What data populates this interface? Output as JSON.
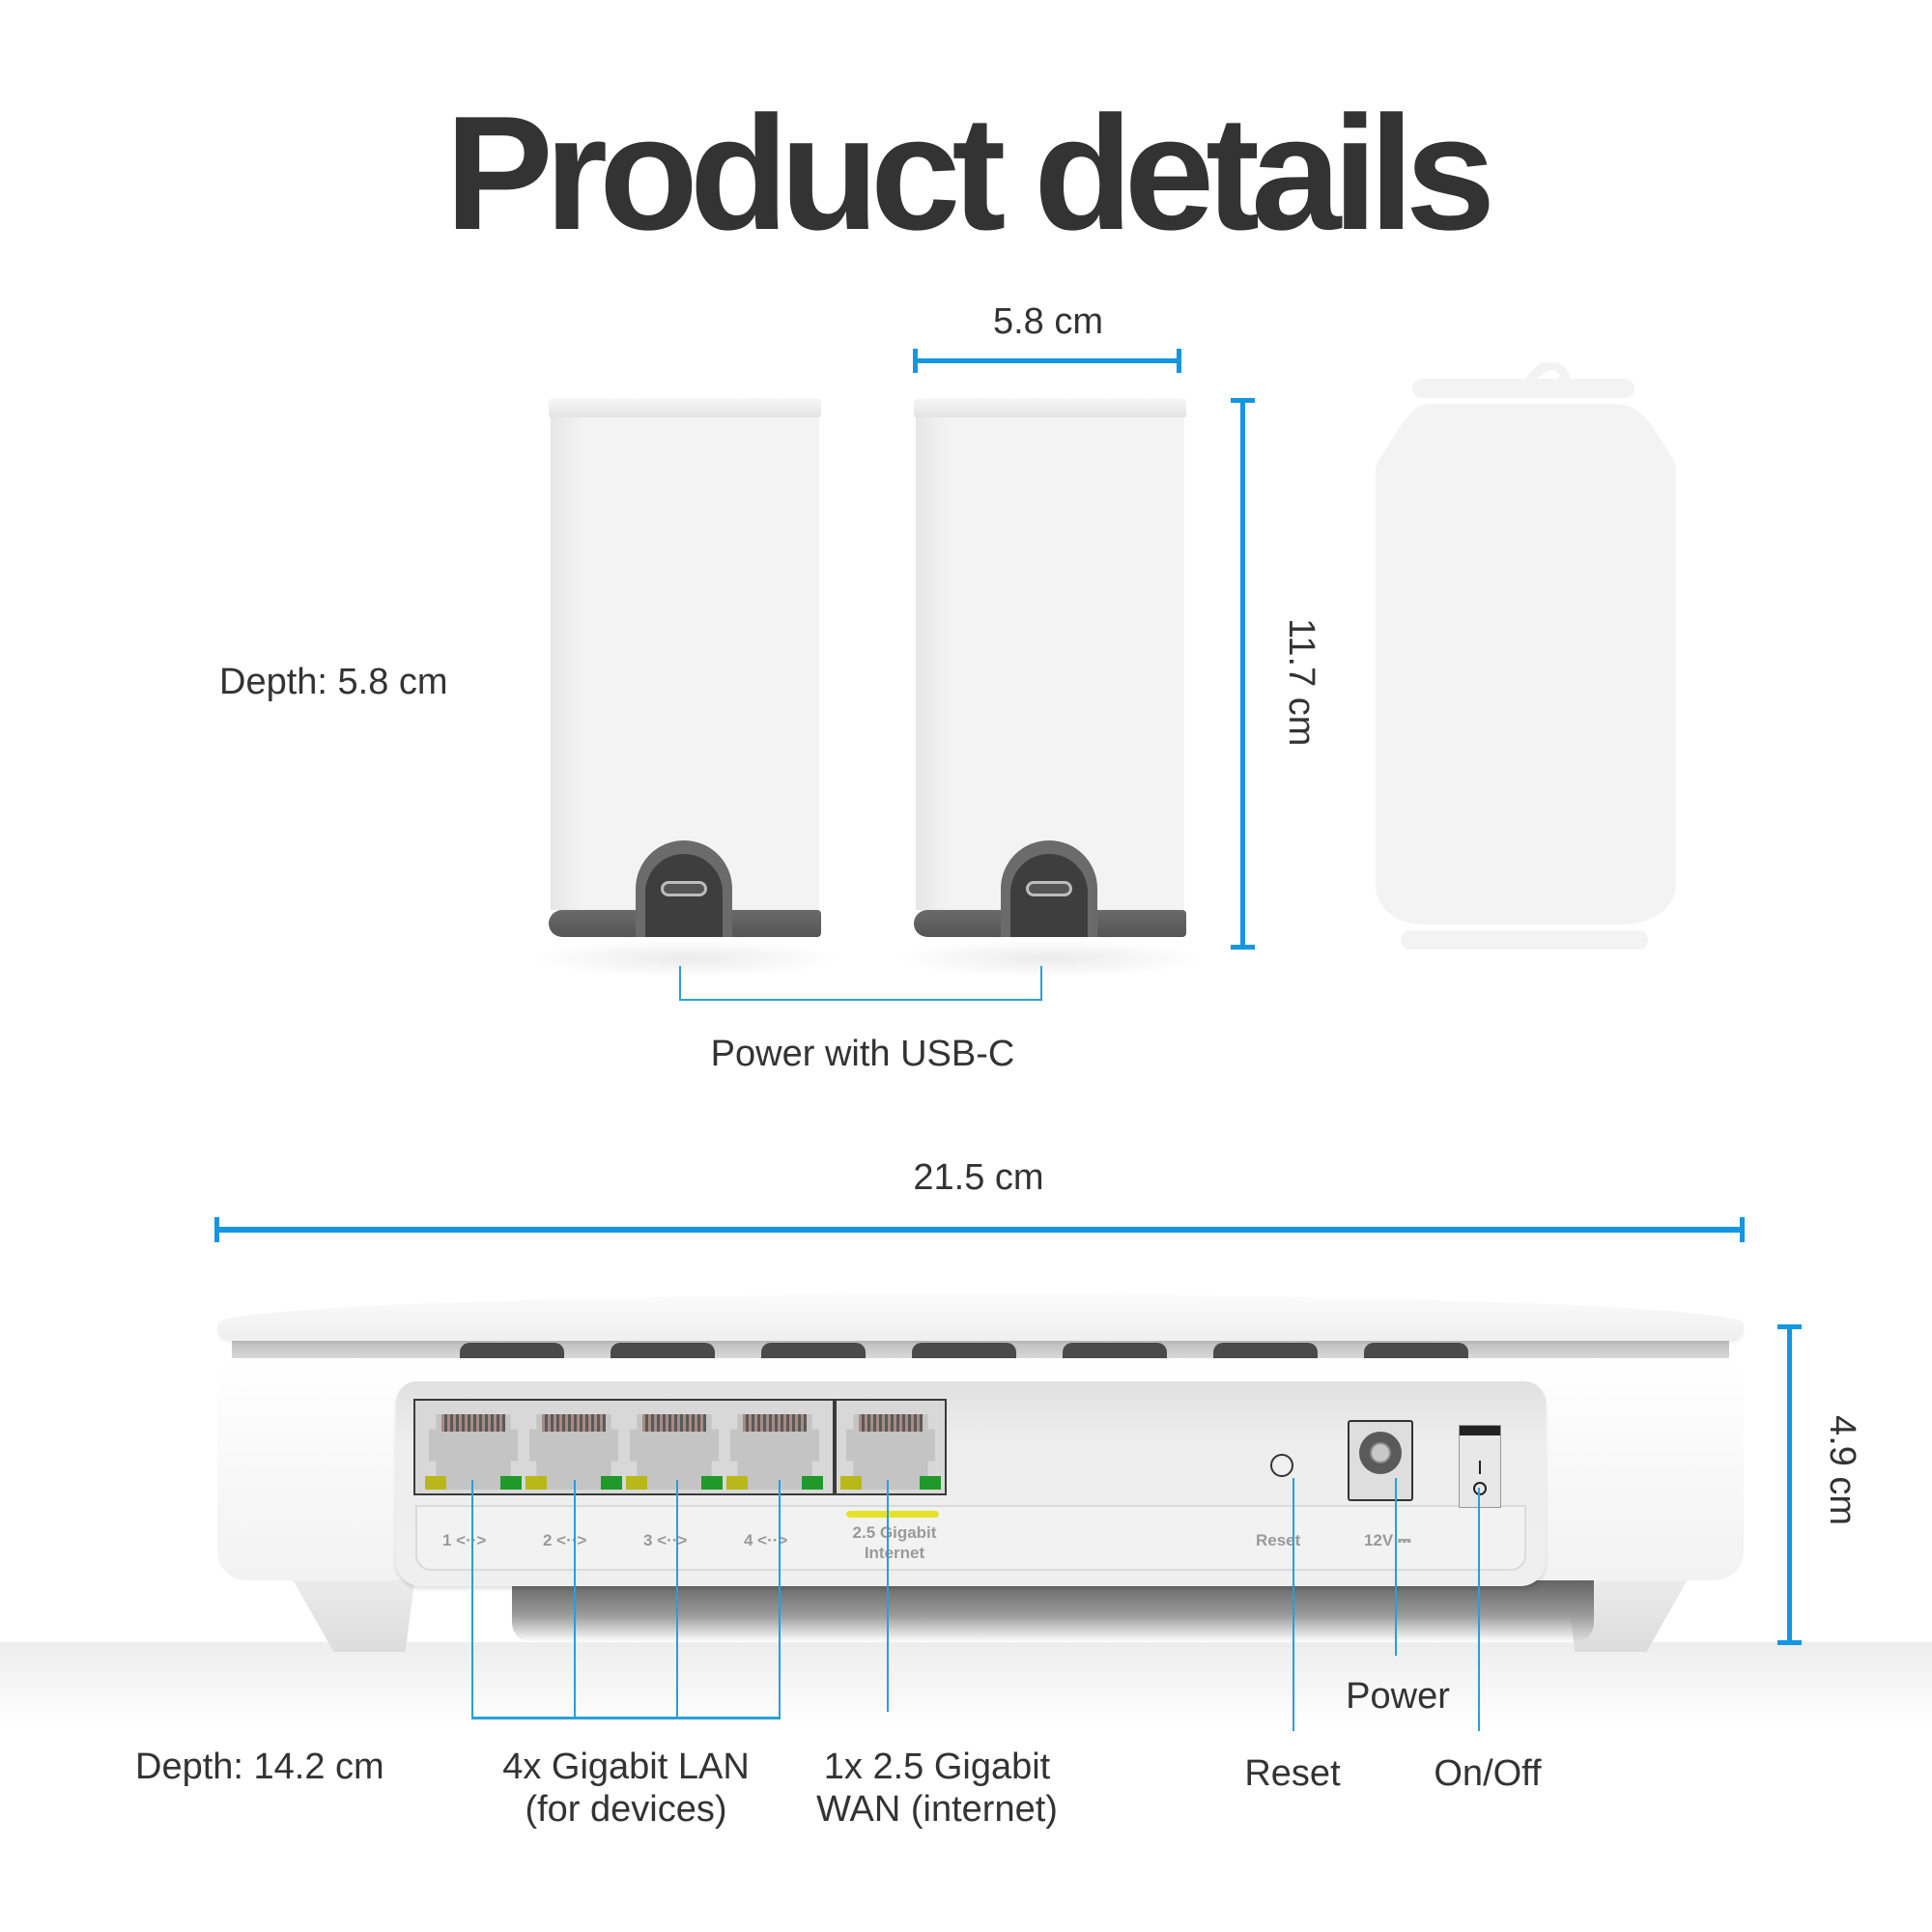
{
  "title": "Product details",
  "colors": {
    "dimension_line": "#1496e0",
    "text": "#333333",
    "device_white": "#f3f3f3",
    "device_dark": "#5a5a5a",
    "led_yellow": "#b8b81a",
    "led_green": "#1f9a2a",
    "wan_highlight": "#e6e22a"
  },
  "satellites": {
    "count": 2,
    "width_label": "5.8 cm",
    "height_label": "11.7 cm",
    "depth_label": "Depth: 5.8 cm",
    "power_label": "Power with USB-C",
    "size_reference_icon": "soda-can-icon"
  },
  "router": {
    "width_label": "21.5 cm",
    "height_label": "4.9 cm",
    "depth_label": "Depth: 14.2 cm",
    "ports": [
      {
        "id": "1",
        "print": "1 <··>"
      },
      {
        "id": "2",
        "print": "2 <··>"
      },
      {
        "id": "3",
        "print": "3 <··>"
      },
      {
        "id": "4",
        "print": "4 <··>"
      }
    ],
    "wan_print_line1": "2.5 Gigabit",
    "wan_print_line2": "Internet",
    "reset_print": "Reset",
    "power_print": "12V ⎓",
    "callouts": {
      "lan_line1": "4x Gigabit LAN",
      "lan_line2": "(for devices)",
      "wan_line1": "1x 2.5 Gigabit",
      "wan_line2": "WAN (internet)",
      "power": "Power",
      "reset": "Reset",
      "onoff": "On/Off"
    }
  }
}
